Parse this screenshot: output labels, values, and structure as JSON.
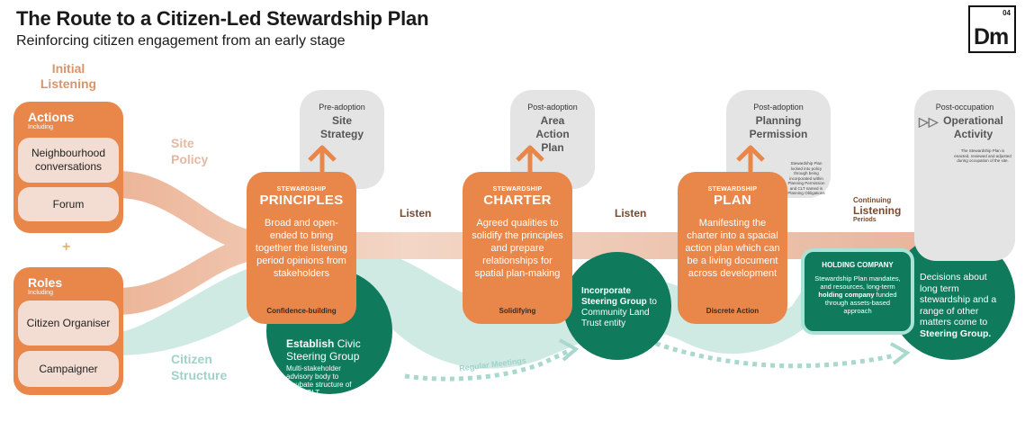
{
  "header": {
    "title": "The Route to a Citizen-Led Stewardship Plan",
    "subtitle": "Reinforcing citizen engagement from an early stage",
    "logo_number": "04",
    "logo_text": "Dm"
  },
  "initial_listening": "Initial Listening",
  "actions": {
    "title": "Actions",
    "including": "Including",
    "items": [
      "Neighbourhood conversations",
      "Forum"
    ]
  },
  "plus": "+",
  "roles": {
    "title": "Roles",
    "including": "Including",
    "items": [
      "Citizen Organiser",
      "Campaigner"
    ]
  },
  "site_policy": "Site Policy",
  "citizen_structure": "Citizen Structure",
  "stages": [
    {
      "pre": "Pre-adoption",
      "name": "Site Strategy"
    },
    {
      "pre": "Post-adoption",
      "name": "Area Action Plan"
    },
    {
      "pre": "Post-adoption",
      "name": "Planning Permission",
      "note": "Stewardship Plan locked into policy through being incorporated within Planning Permission and CLT named in Planning Obligations"
    },
    {
      "pre": "Post-occupation",
      "name": "Operational Activity",
      "note": "The Stewardship Plan is enacted, reviewed and adjusted during occupation of the site."
    }
  ],
  "cards": [
    {
      "kicker": "STEWARDSHIP",
      "big": "PRINCIPLES",
      "body": "Broad and open-ended to bring together the listening period opinions from stakeholders",
      "foot": "Confidence-building"
    },
    {
      "kicker": "STEWARDSHIP",
      "big": "CHARTER",
      "body": "Agreed qualities to solidify the principles and prepare relationships for spatial plan-making",
      "foot": "Solidifying"
    },
    {
      "kicker": "STEWARDSHIP",
      "big": "PLAN",
      "body": "Manifesting the charter into a spacial action plan which can be a living document across development",
      "foot": "Discrete Action"
    }
  ],
  "listen_labels": [
    "Listen",
    "Listen"
  ],
  "continuing": {
    "top": "Continuing",
    "main": "Listening",
    "sub": "Periods"
  },
  "green_circles": {
    "establish": {
      "bold": "Establish",
      "rest": "Civic Steering Group",
      "body": "Multi-stakeholder advisory body to incubate structure of future CLT"
    },
    "incorporate": {
      "bold": "Incorporate Steering Group",
      "rest": "to Community Land Trust entity"
    },
    "decisions": {
      "pre": "Decisions about long term stewardship and a range of other matters come to",
      "bold": "Steering Group."
    }
  },
  "regular_meetings": "Regular Meetings",
  "holding_company": {
    "title": "HOLDING COMPANY",
    "body_pre": "Stewardship Plan mandates, and resources, long-term",
    "body_bold1": "holding company",
    "body_post": "funded through assets-based approach"
  },
  "colors": {
    "orange": "#e9864a",
    "peach": "#f3ddd2",
    "teal": "#cfe9e3",
    "green": "#0f7a5c",
    "stage_grey": "#e4e4e4"
  }
}
